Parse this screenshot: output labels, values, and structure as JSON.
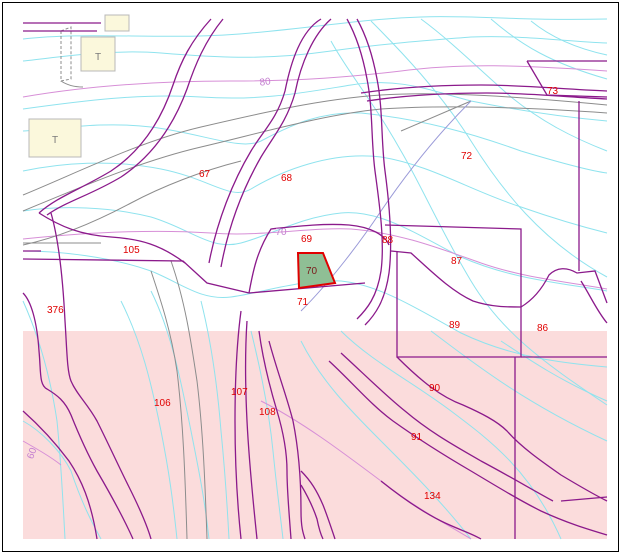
{
  "map": {
    "parcel_labels": [
      {
        "id": "67",
        "text": "67"
      },
      {
        "id": "68",
        "text": "68"
      },
      {
        "id": "69",
        "text": "69"
      },
      {
        "id": "70",
        "text": "70"
      },
      {
        "id": "71",
        "text": "71"
      },
      {
        "id": "72",
        "text": "72"
      },
      {
        "id": "73",
        "text": "73"
      },
      {
        "id": "86",
        "text": "86"
      },
      {
        "id": "87",
        "text": "87"
      },
      {
        "id": "88",
        "text": "88"
      },
      {
        "id": "89",
        "text": "89"
      },
      {
        "id": "90",
        "text": "90"
      },
      {
        "id": "91",
        "text": "91"
      },
      {
        "id": "105",
        "text": "105"
      },
      {
        "id": "106",
        "text": "106"
      },
      {
        "id": "107",
        "text": "107"
      },
      {
        "id": "108",
        "text": "108"
      },
      {
        "id": "134",
        "text": "134"
      },
      {
        "id": "376",
        "text": "376"
      }
    ],
    "contour_labels": [
      {
        "id": "c80",
        "text": "80"
      },
      {
        "id": "c70",
        "text": "70"
      },
      {
        "id": "c60",
        "text": "60"
      }
    ],
    "building_labels": [
      {
        "id": "b1",
        "text": "T"
      },
      {
        "id": "b2",
        "text": "T"
      }
    ],
    "selected_parcel": "70",
    "colors": {
      "parcel_boundary": "#8b1a8b",
      "parcel_label": "#e00000",
      "contour": "#8fe3ee",
      "contour_index": "#d78fd7",
      "road": "#8c8c8c",
      "shaded_zone": "#fbdcdc",
      "selected_fill": "#8fbf95",
      "selected_outline": "#e00000",
      "building_fill": "#fbf8dc",
      "building_outline": "#b8b8b8",
      "contour_label": "#c47fd0"
    }
  }
}
